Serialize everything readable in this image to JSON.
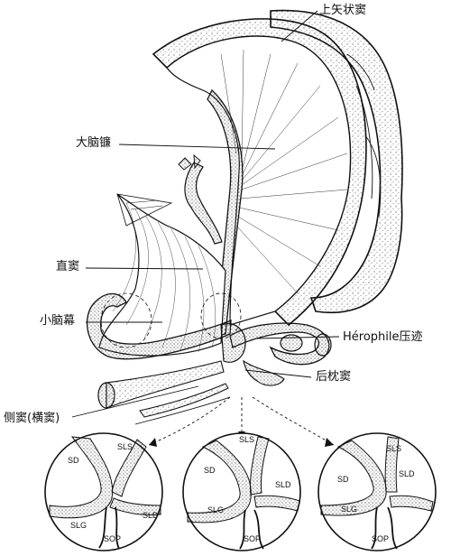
{
  "labels": {
    "superior_sagittal_sinus": "上矢状窦",
    "falx_cerebri": "大脑镰",
    "straight_sinus": "直窦",
    "tentorium_cerebelli": "小脑幕",
    "torcular_herophili": "Hérophile压迹",
    "occipital_sinus": "后枕窦",
    "lateral_sinus": "侧窦(横窦)"
  },
  "insets": [
    {
      "sd": "SD",
      "sls": "SLS",
      "slg": "SLG",
      "sld": "SLD",
      "sop": "SOP"
    },
    {
      "sd": "SD",
      "sls": "SLS",
      "slg": "SLG",
      "sld": "SLD",
      "sop": "SOP"
    },
    {
      "sd": "SD",
      "sls": "SLS",
      "slg": "SLG",
      "sld": "SLD",
      "sop": "SOP"
    }
  ],
  "colors": {
    "ink": "#111111",
    "stipple": "#555555",
    "paper": "#ffffff"
  }
}
